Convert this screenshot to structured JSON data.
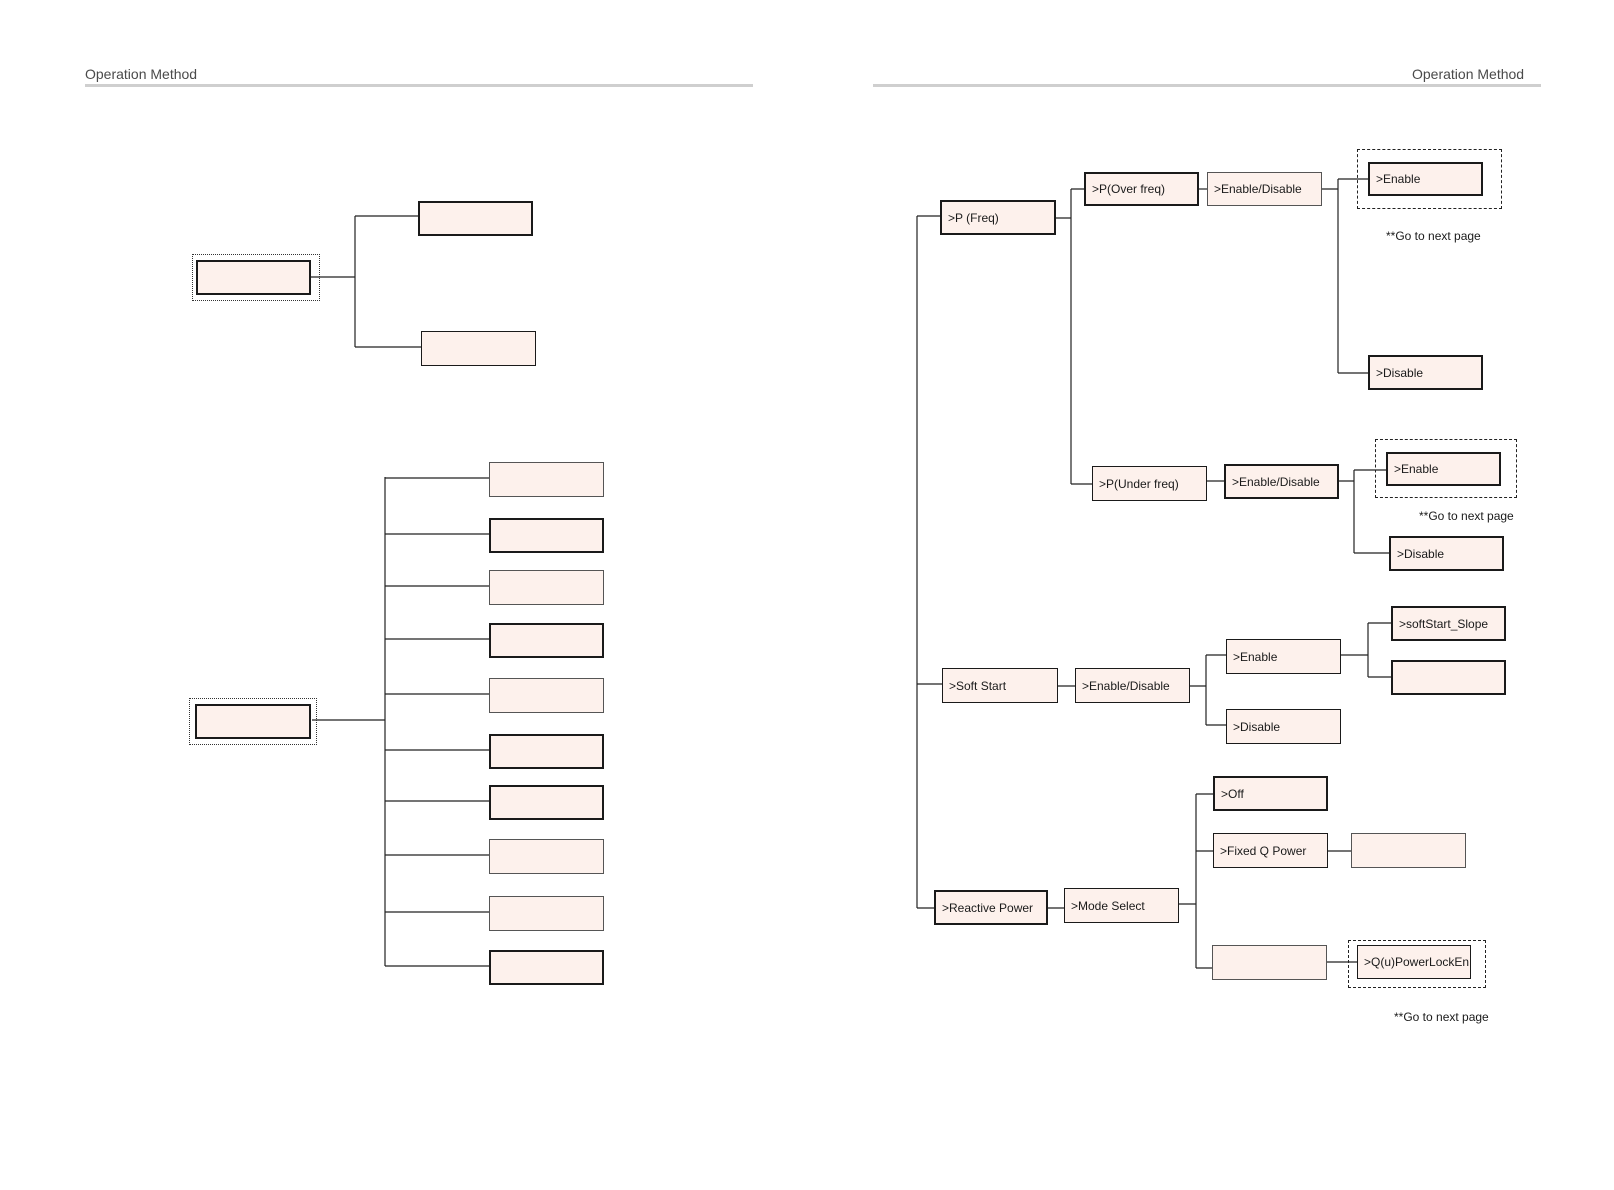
{
  "header": {
    "left_title": "Operation Method",
    "right_title": "Operation Method"
  },
  "right_tree": {
    "p_freq": ">P (Freq)",
    "p_over_freq": ">P(Over freq)",
    "over_enable_disable": ">Enable/Disable",
    "over_enable": ">Enable",
    "over_note": "**Go to next page",
    "over_disable": ">Disable",
    "p_under_freq": ">P(Under freq)",
    "under_enable_disable": ">Enable/Disable",
    "under_enable": ">Enable",
    "under_note": "**Go to next page",
    "under_disable": ">Disable",
    "soft_start": ">Soft Start",
    "soft_enable_disable": ">Enable/Disable",
    "soft_enable": ">Enable",
    "soft_disable": ">Disable",
    "soft_slope": ">softStart_Slope",
    "reactive_power": ">Reactive Power",
    "mode_select": ">Mode Select",
    "mode_off": ">Off",
    "mode_fixed_q": ">Fixed Q Power",
    "q_u_lock": ">Q(u)PowerLockEn",
    "reactive_note": "**Go to next page"
  }
}
